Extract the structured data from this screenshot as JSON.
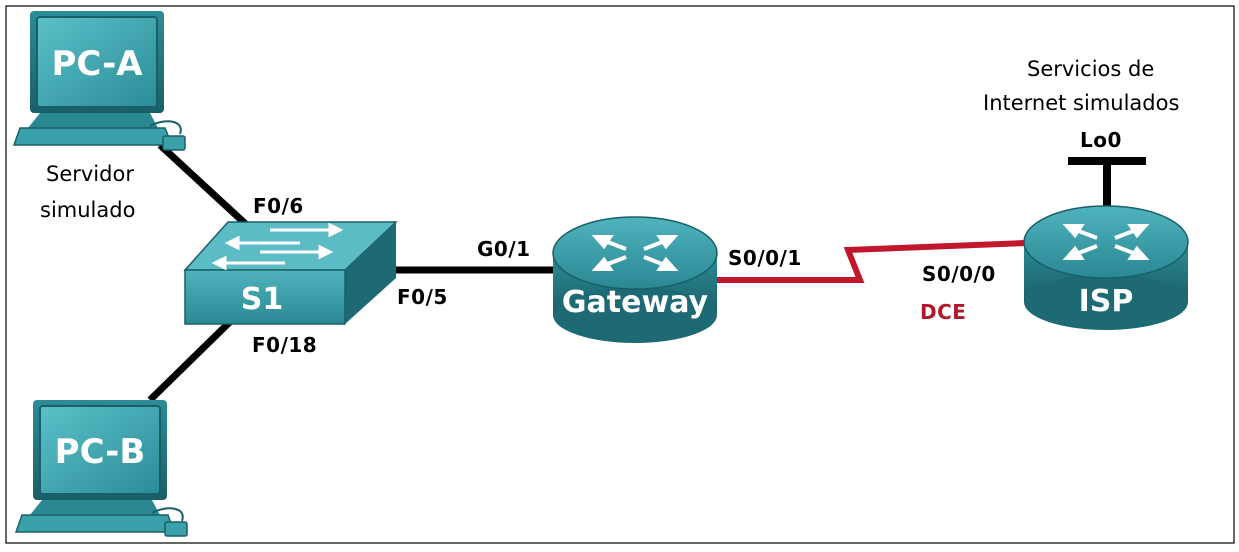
{
  "devices": {
    "pc_a": "PC-A",
    "pc_b": "PC-B",
    "switch": "S1",
    "gateway": "Gateway",
    "isp": "ISP"
  },
  "annotations": {
    "server_line1": "Servidor",
    "server_line2": "simulado",
    "internet_line1": "Servicios de",
    "internet_line2": "Internet simulados",
    "loopback": "Lo0",
    "dce": "DCE"
  },
  "ports": {
    "s1_to_pca": "F0/6",
    "s1_to_pcb": "F0/18",
    "s1_to_gateway": "F0/5",
    "gateway_to_s1": "G0/1",
    "gateway_to_isp": "S0/0/1",
    "isp_to_gateway": "S0/0/0"
  },
  "colors": {
    "device_teal": "#2f8f9a",
    "device_dark": "#1d6a74",
    "ethernet_link": "#000000",
    "serial_link": "#c0172c",
    "dce_label": "#b0182a",
    "frame_border": "#000000"
  },
  "icons": [
    "pc-icon",
    "switch-icon",
    "router-icon",
    "loopback-icon"
  ]
}
